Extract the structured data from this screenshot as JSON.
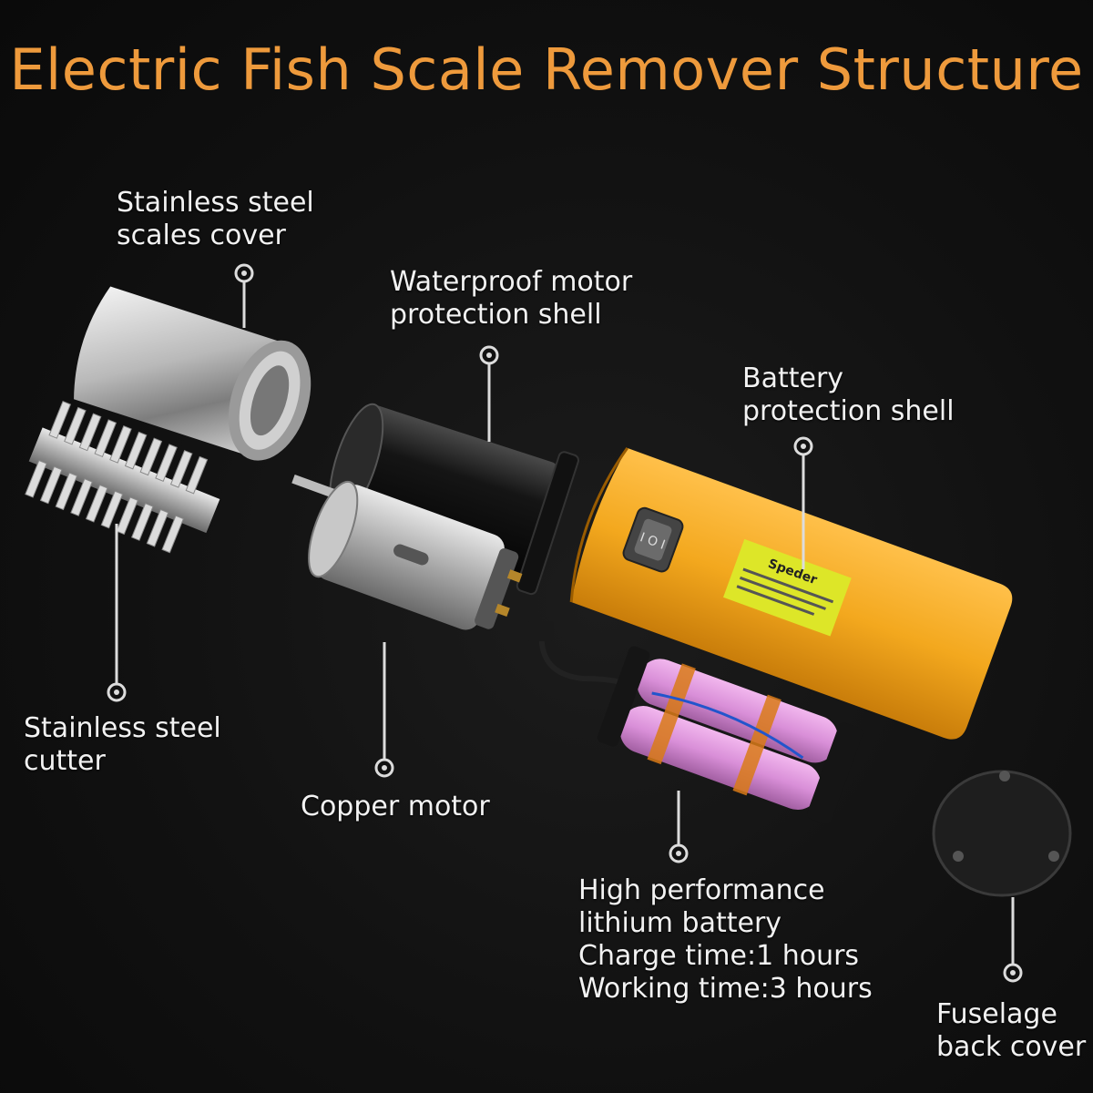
{
  "title": "Electric Fish Scale Remover Structure",
  "labels": {
    "scales_cover": [
      "Stainless steel",
      "scales cover"
    ],
    "motor_shell": [
      "Waterproof motor",
      "protection shell"
    ],
    "battery_shell": [
      "Battery",
      "protection shell"
    ],
    "cutter": [
      "Stainless steel",
      "cutter"
    ],
    "copper_motor": [
      "Copper motor"
    ],
    "battery": [
      "High performance",
      "lithium battery",
      "Charge time:1 hours",
      "Working time:3 hours"
    ],
    "back_cover": [
      "Fuselage",
      "back cover"
    ]
  },
  "sticker": {
    "brand": "Speder"
  },
  "colors": {
    "title": "#ee9a3c",
    "handle": "#f3a81e",
    "sticker": "#dde628",
    "battery_cell": "#d98fd8"
  }
}
